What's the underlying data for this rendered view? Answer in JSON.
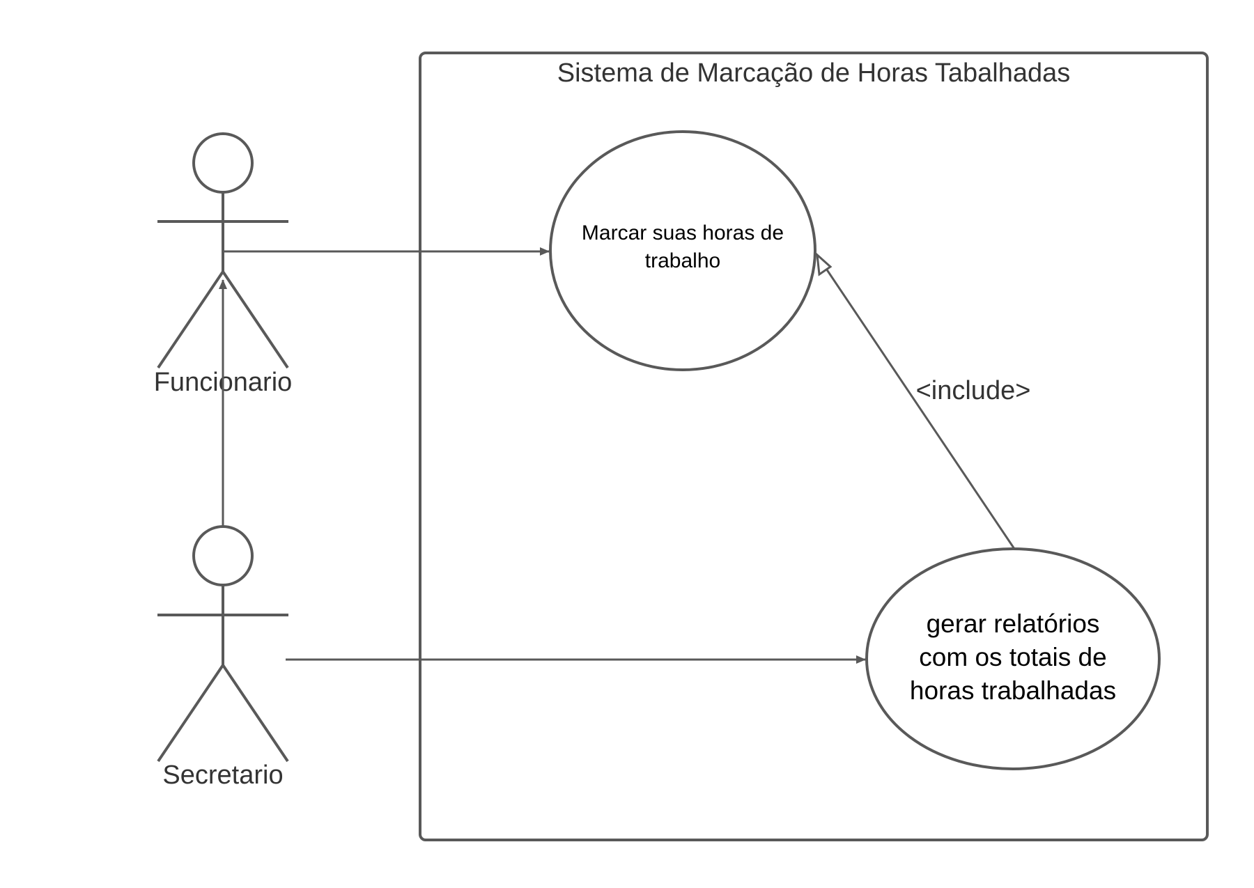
{
  "system": {
    "title": "Sistema de Marcação de Horas Tabalhadas"
  },
  "actors": {
    "funcionario": {
      "name": "Funcionario"
    },
    "secretario": {
      "name": "Secretario"
    }
  },
  "use_cases": {
    "marcar": {
      "line1": "Marcar suas horas de",
      "line2": "trabalho"
    },
    "gerar": {
      "line1": "gerar relatórios",
      "line2": "com os totais de",
      "line3": "horas trabalhadas"
    }
  },
  "relations": {
    "include_label": "<include>"
  },
  "colors": {
    "stroke": "#595959",
    "text": "#333333",
    "use_case_text": "#000000",
    "background": "#ffffff"
  }
}
